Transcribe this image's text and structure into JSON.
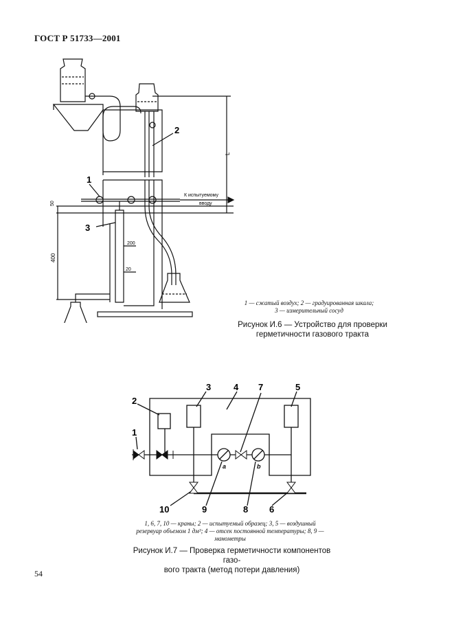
{
  "header": {
    "standard": "ГОСТ Р 51733—2001"
  },
  "figure6": {
    "callouts": [
      "1",
      "2",
      "3"
    ],
    "dims": {
      "left": "50",
      "lower": "400",
      "right": "L"
    },
    "scale_marks": [
      "200",
      "20"
    ],
    "outlet_label_line1": "К испытуемому",
    "outlet_label_line2": "вводу",
    "legend_line1": "1 — сжатый воздух; 2 — градуированная шкала;",
    "legend_line2": "3 — измерительный сосуд",
    "caption_line1": "Рисунок И.6 — Устройство для проверки",
    "caption_line2": "герметичности газового тракта"
  },
  "figure7": {
    "callouts": [
      "1",
      "2",
      "3",
      "4",
      "5",
      "6",
      "7",
      "8",
      "9",
      "10"
    ],
    "gauge_labels": [
      "a",
      "b"
    ],
    "legend_line1": "1, 6, 7, 10 — краны; 2 — испытуемый образец; 3, 5 — воздушный",
    "legend_line2": "резервуар объемом 1 дм³; 4 — отсек постоянной температуры; 8, 9 —",
    "legend_line3": "манометры",
    "caption_line1": "Рисунок И.7 — Проверка герметичности компонентов газо-",
    "caption_line2": "вого тракта (метод потери давления)"
  },
  "footer": {
    "page_number": "54"
  }
}
